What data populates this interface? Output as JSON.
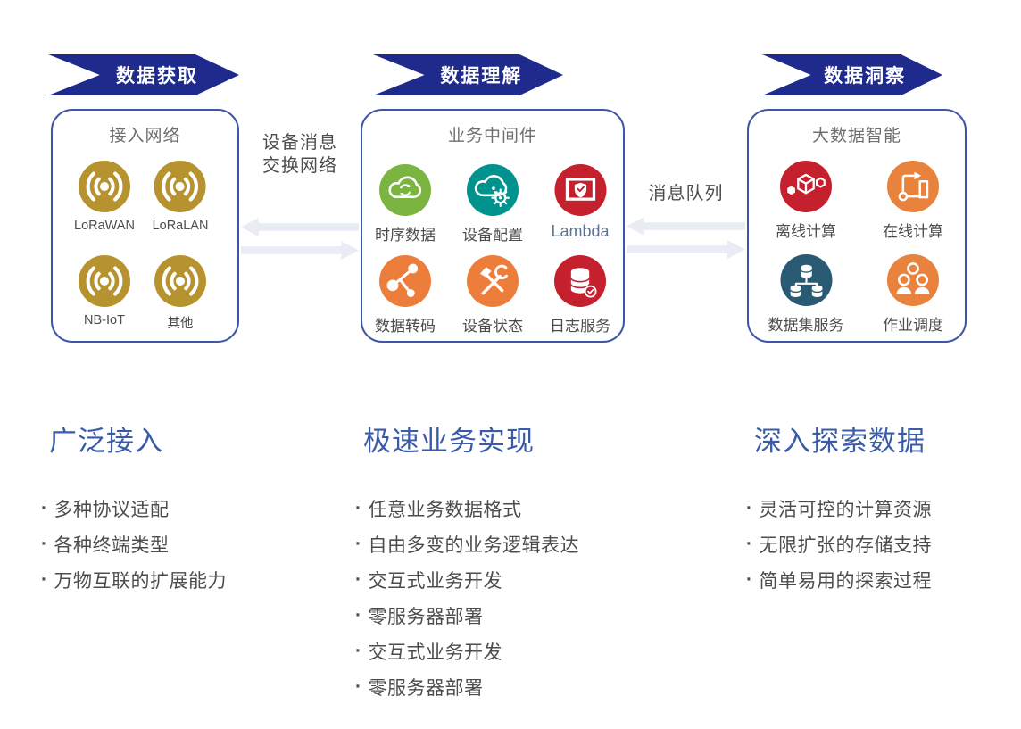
{
  "bullet_char": "·",
  "banners": [
    {
      "label": "数据获取"
    },
    {
      "label": "数据理解"
    },
    {
      "label": "数据洞察"
    }
  ],
  "boxes": [
    {
      "title": "接入网络",
      "items": [
        {
          "label": "LoRaWAN",
          "icon": "radio-waves-icon",
          "color": "#b7932f"
        },
        {
          "label": "LoRaLAN",
          "icon": "radio-waves-icon",
          "color": "#b7932f"
        },
        {
          "label": "NB-IoT",
          "icon": "radio-waves-icon",
          "color": "#b7932f"
        },
        {
          "label": "其他",
          "icon": "radio-waves-icon",
          "color": "#b7932f"
        }
      ]
    },
    {
      "title": "业务中间件",
      "items": [
        {
          "label": "时序数据",
          "icon": "cloud-sync-icon",
          "color": "#7cb442"
        },
        {
          "label": "设备配置",
          "icon": "cloud-gear-icon",
          "color": "#00928d"
        },
        {
          "label": "Lambda",
          "icon": "monitor-shield-icon",
          "color": "#c5202e"
        },
        {
          "label": "数据转码",
          "icon": "share-nodes-icon",
          "color": "#ed7d3b"
        },
        {
          "label": "设备状态",
          "icon": "tools-icon",
          "color": "#ed7d3b"
        },
        {
          "label": "日志服务",
          "icon": "database-check-icon",
          "color": "#c5202e"
        }
      ]
    },
    {
      "title": "大数据智能",
      "items": [
        {
          "label": "离线计算",
          "icon": "cube-hexagons-icon",
          "color": "#c5202e"
        },
        {
          "label": "在线计算",
          "icon": "flowchart-icon",
          "color": "#e8823c"
        },
        {
          "label": "数据集服务",
          "icon": "database-cluster-icon",
          "color": "#295a73"
        },
        {
          "label": "作业调度",
          "icon": "team-icon",
          "color": "#e8823c"
        }
      ]
    }
  ],
  "connectors": [
    {
      "lines": [
        "设备消息",
        "交换网络"
      ]
    },
    {
      "lines": [
        "消息队列"
      ]
    }
  ],
  "sections": [
    {
      "heading": "广泛接入",
      "bullets": [
        "多种协议适配",
        "各种终端类型",
        "万物互联的扩展能力"
      ]
    },
    {
      "heading": "极速业务实现",
      "bullets": [
        "任意业务数据格式",
        "自由多变的业务逻辑表达",
        "交互式业务开发",
        "零服务器部署",
        "交互式业务开发",
        "零服务器部署"
      ]
    },
    {
      "heading": "深入探索数据",
      "bullets": [
        "灵活可控的计算资源",
        "无限扩张的存储支持",
        "简单易用的探索过程"
      ]
    }
  ],
  "colors": {
    "banner_navy": "#1f2b8c",
    "box_border": "#3f55a6",
    "section_heading_blue": "#3a5ba9",
    "body_text": "#4c4c4c",
    "box_title_gray": "#6f6f6f",
    "connector_arrow": "#e9ecf5",
    "gold": "#b7932f",
    "green": "#7cb442",
    "teal": "#00928d",
    "red": "#c5202e",
    "orange": "#ed7d3b",
    "orange_alt": "#e8823c",
    "steel_blue": "#295a73"
  }
}
